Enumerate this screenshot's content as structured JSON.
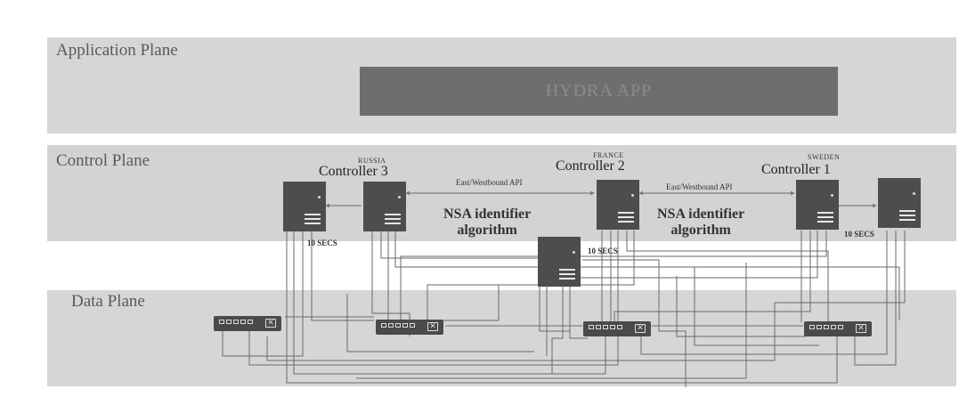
{
  "planes": {
    "application": "Application Plane",
    "control": "Control Plane",
    "data": "Data Plane"
  },
  "app_box": {
    "label": "HYDRA APP"
  },
  "controllers": [
    {
      "country": "RUSSIA",
      "name": "Controller 3"
    },
    {
      "country": "FRANCE",
      "name": "Controller 2"
    },
    {
      "country": "SWEDEN",
      "name": "Controller 1"
    }
  ],
  "api_labels": [
    "East/Westbound API",
    "East/Westbound API"
  ],
  "nsa_labels": [
    {
      "line1": "NSA identifier",
      "line2": "algorithm"
    },
    {
      "line1": "NSA identifier",
      "line2": "algorithm"
    }
  ],
  "timers": [
    "10 SECS",
    "10 SECS",
    "10 SECS"
  ],
  "colors": {
    "plane_fill": "#d6d6d6",
    "app_box": "#6e6e6e",
    "server": "#4d4d4d",
    "switch": "#4a4a4a",
    "wire": "#6a6a6a"
  }
}
